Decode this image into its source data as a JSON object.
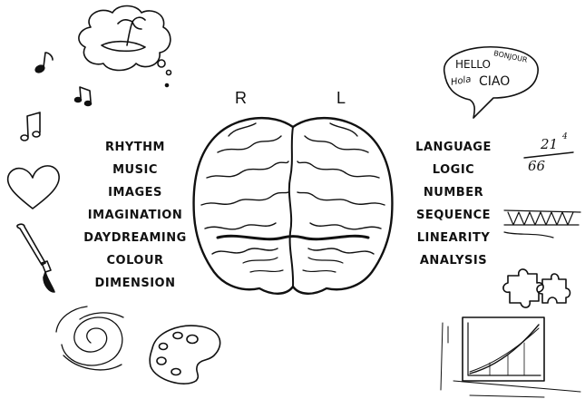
{
  "hemispheres": {
    "right_label": "R",
    "left_label": "L"
  },
  "right_brain_traits": [
    "RHYTHM",
    "MUSIC",
    "IMAGES",
    "IMAGINATION",
    "DAYDREAMING",
    "COLOUR",
    "DIMENSION"
  ],
  "left_brain_traits": [
    "LANGUAGE",
    "LOGIC",
    "NUMBER",
    "SEQUENCE",
    "LINEARITY",
    "ANALYSIS"
  ],
  "speech_bubble": {
    "line1a": "HELLO",
    "line1b": "BONJOUR",
    "line2a": "Hola",
    "line2b": "CIAO"
  },
  "fraction": {
    "numerator": "21",
    "exponent": "4",
    "denominator": "66"
  },
  "icons": [
    "thought-bubble-island-icon",
    "music-note-icon",
    "heart-icon",
    "paintbrush-icon",
    "spiral-galaxy-icon",
    "paint-palette-icon",
    "brain-icon",
    "puzzle-icon",
    "graph-chart-icon",
    "sequence-strip-icon"
  ]
}
